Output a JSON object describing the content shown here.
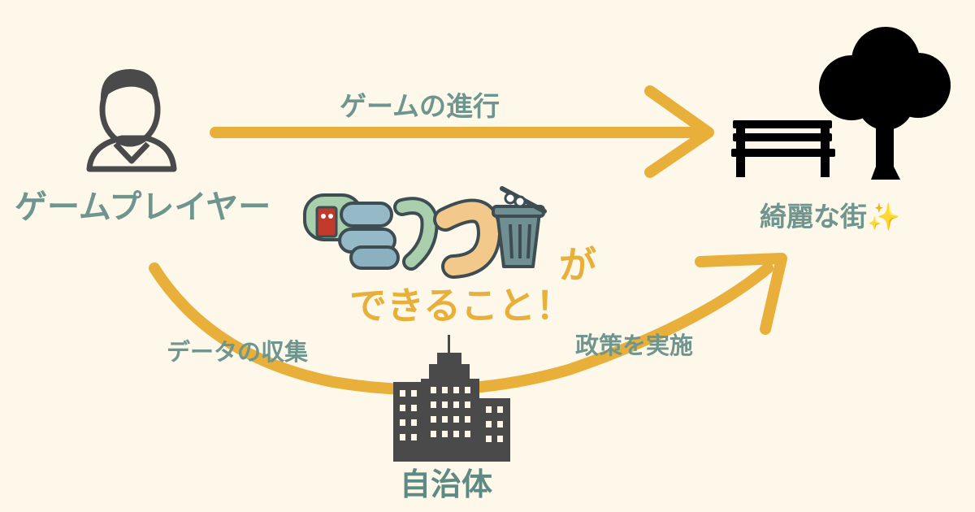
{
  "labels": {
    "player": "ゲームプレイヤー",
    "progress": "ゲームの進行",
    "city": "綺麗な街✨",
    "collect": "データの収集",
    "policy": "政策を実施",
    "government": "自治体",
    "can_do_1": "が",
    "can_do_2": "できること！"
  },
  "colors": {
    "background": "#fdf8ea",
    "arrow": "#e8b03a",
    "label_text": "#6f958f",
    "icon_dark": "#4a4a4a"
  },
  "icons": {
    "player": "person-icon",
    "bench": "bench-icon",
    "tree": "tree-icon",
    "building": "building-icon",
    "logo": "gomisuto-logo",
    "trash_can": "trash-can-icon"
  }
}
